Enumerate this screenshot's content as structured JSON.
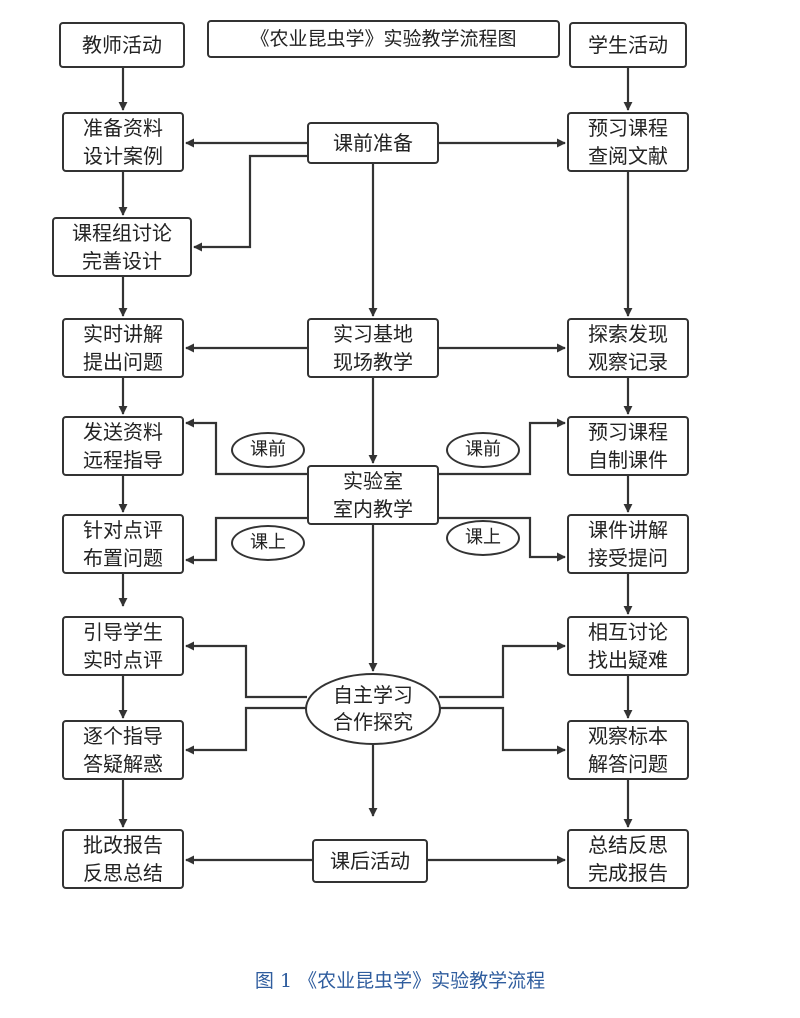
{
  "title": "《农业昆虫学》实验教学流程图",
  "teacher_header": "教师活动",
  "student_header": "学生活动",
  "center": {
    "prep": "课前准备",
    "field": "实习基地\n现场教学",
    "lab": "实验室\n室内教学",
    "self": "自主学习\n合作探究",
    "after": "课后活动"
  },
  "badges": {
    "left_before": "课前",
    "right_before": "课前",
    "left_inclass": "课上",
    "right_inclass": "课上"
  },
  "teacher": [
    "准备资料\n设计案例",
    "课程组讨论\n完善设计",
    "实时讲解\n提出问题",
    "发送资料\n远程指导",
    "针对点评\n布置问题",
    "引导学生\n实时点评",
    "逐个指导\n答疑解惑",
    "批改报告\n反思总结"
  ],
  "student": [
    "预习课程\n查阅文献",
    "探索发现\n观察记录",
    "预习课程\n自制课件",
    "课件讲解\n接受提问",
    "相互讨论\n找出疑难",
    "观察标本\n解答问题",
    "总结反思\n完成报告"
  ],
  "caption": "图 1 《农业昆虫学》实验教学流程",
  "colors": {
    "line": "#333333",
    "caption": "#2f5d9e"
  }
}
